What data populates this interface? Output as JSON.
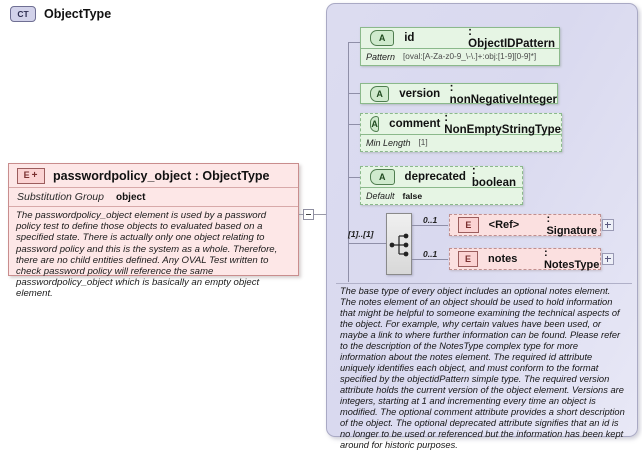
{
  "diagram": {
    "kind": "xml-schema-diagram",
    "colors": {
      "element_fill": "#fde7e7",
      "element_border": "#c98d8d",
      "complextype_fill": "#dcdcf0",
      "complextype_border": "#a9a9c4",
      "attribute_fill": "#e6f5e4",
      "attribute_border": "#8bb98b",
      "connector": "#8f8fa8"
    }
  },
  "element": {
    "icon": "element-icon",
    "icon_label": "E",
    "icon_plus": "+",
    "title": "passwordpolicy_object : ObjectType",
    "substitution_group_label": "Substitution Group",
    "substitution_group_value": "object",
    "documentation": "The passwordpolicy_object element is used by a password policy test to define those objects to evaluated based on a specified state. There is actually only one object relating to password policy and this is the system as a whole. Therefore, there are no child entities defined. Any OVAL Test written to check password policy will reference the same passwordpolicy_object which is basically an empty object element."
  },
  "connector": {
    "toggle_icon": "collapse-icon",
    "toggle_state": "expanded"
  },
  "complex_type": {
    "icon": "complextype-icon",
    "icon_label": "CT",
    "title": "ObjectType",
    "attributes": [
      {
        "icon_label": "A",
        "name": "id",
        "type": ": ObjectIDPattern",
        "facet_label": "Pattern",
        "facet_value": "[oval:[A-Za-z0-9_\\-\\.]+:obj:[1-9][0-9]*]",
        "style": "solid"
      },
      {
        "icon_label": "A",
        "name": "version",
        "type": ": nonNegativeInteger",
        "facet_label": "",
        "facet_value": "",
        "style": "solid"
      },
      {
        "icon_label": "A",
        "name": "comment",
        "type": ": NonEmptyStringType",
        "facet_label": "Min Length",
        "facet_value": "[1]",
        "style": "dashed"
      },
      {
        "icon_label": "A",
        "name": "deprecated",
        "type": ": boolean",
        "facet_label": "Default",
        "facet_value": "false",
        "style": "dashed"
      }
    ],
    "compositor": {
      "icon": "choice-compositor-icon",
      "occurrence": "[1]..[1]"
    },
    "elements": [
      {
        "icon_label": "E",
        "name": "<Ref>",
        "type": ": Signature",
        "occurrence": "0..1",
        "expand_icon": "expand-plus-icon"
      },
      {
        "icon_label": "E",
        "name": "notes",
        "type": ": NotesType",
        "occurrence": "0..1",
        "expand_icon": "expand-plus-icon"
      }
    ],
    "documentation": "The base type of every object includes an optional notes element. The notes element of an object should be used to hold information that might be helpful to someone examining the technical aspects of the object. For example, why certain values have been used, or maybe a link to where further information can be found. Please refer to the description of the NotesType complex type for more information about the notes element. The required id attribute uniquely identifies each object, and must conform to the format specified by the objectidPattern simple type. The required version attribute holds the current version of the object element. Versions are integers, starting at 1 and incrementing every time an object is modified. The optional comment attribute provides a short description of the object. The optional deprecated attribute signifies that an id is no longer to be used or referenced but the information has been kept around for historic purposes."
  }
}
